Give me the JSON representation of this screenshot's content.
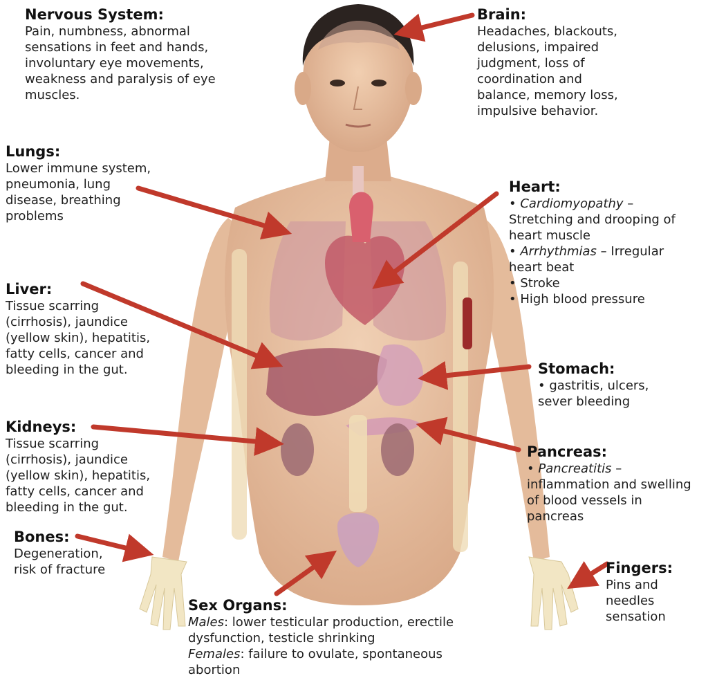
{
  "labels": {
    "nervous": {
      "title": "Nervous System:",
      "lines": [
        "Pain, numbness, abnormal",
        "sensations in feet and hands,",
        "involuntary eye movements,",
        "weakness and paralysis of eye",
        "muscles."
      ]
    },
    "brain": {
      "title": "Brain:",
      "lines": [
        "Headaches, blackouts,",
        "delusions, impaired",
        "judgment, loss of",
        "coordination and",
        "balance, memory loss,",
        "impulsive behavior."
      ]
    },
    "lungs": {
      "title": "Lungs:",
      "lines": [
        "Lower immune system,",
        "pneumonia, lung",
        "disease, breathing",
        "problems"
      ]
    },
    "heart": {
      "title": "Heart:",
      "l1_bullet": "• ",
      "l1_term": "Cardiomyopathy",
      "l1_rest": " –",
      "l2": "Stretching and drooping of",
      "l3": "heart muscle",
      "l4_bullet": "• ",
      "l4_term": "Arrhythmias",
      "l4_rest": " – Irregular",
      "l5": "heart beat",
      "l6": "• Stroke",
      "l7": "• High blood pressure"
    },
    "liver": {
      "title": "Liver:",
      "lines": [
        "Tissue scarring",
        "(cirrhosis), jaundice",
        "(yellow skin), hepatitis,",
        "fatty cells, cancer and",
        "bleeding in the gut."
      ]
    },
    "stomach": {
      "title": "Stomach:",
      "lines": [
        "• gastritis, ulcers,",
        "sever bleeding"
      ]
    },
    "kidneys": {
      "title": "Kidneys:",
      "lines": [
        "Tissue scarring",
        "(cirrhosis), jaundice",
        "(yellow skin), hepatitis,",
        "fatty cells, cancer and",
        "bleeding in the gut."
      ]
    },
    "pancreas": {
      "title": "Pancreas:",
      "l1_bullet": "• ",
      "l1_term": "Pancreatitis",
      "l1_rest": " –",
      "l2": "inflammation and swelling",
      "l3": "of blood vessels in",
      "l4": "pancreas"
    },
    "bones": {
      "title": "Bones:",
      "lines": [
        "Degeneration,",
        "risk of fracture"
      ]
    },
    "fingers": {
      "title": "Fingers:",
      "lines": [
        "Pins and",
        "needles",
        "sensation"
      ]
    },
    "sex": {
      "title": "Sex Organs:",
      "m_term": "Males",
      "m_rest": ": lower testicular production, erectile",
      "m_line2": "dysfunction, testicle shrinking",
      "f_term": "Females",
      "f_rest": ": failure to ovulate, spontaneous abortion"
    }
  },
  "colors": {
    "arrow": "#c0392b",
    "skin": "#e8c3a4",
    "skin_shadow": "#d9a988",
    "hair": "#2b2320",
    "organ_pink": "#c98a95",
    "organ_red": "#b94a5a",
    "bone": "#f2e6c4",
    "text": "#1e1e1e"
  }
}
